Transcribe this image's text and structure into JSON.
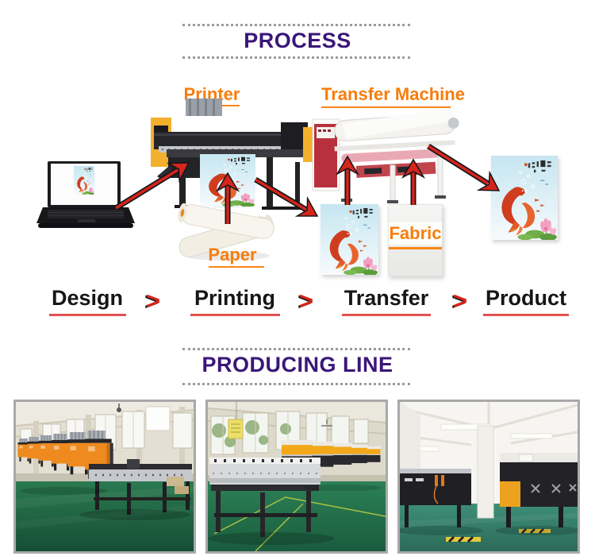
{
  "process_section": {
    "title": "PROCESS",
    "printer_label": "Printer",
    "transfer_machine_label": "Transfer Machine",
    "paper_label": "Paper",
    "fabric_label": "Fabric"
  },
  "steps": {
    "separator": ">",
    "items": [
      {
        "label": "Design"
      },
      {
        "label": "Printing"
      },
      {
        "label": "Transfer"
      },
      {
        "label": "Product"
      }
    ]
  },
  "producing_section": {
    "title": "PRODUCING LINE",
    "photos": [
      {
        "description": "Factory hall with a receding row of orange and black sublimation printers on a green floor"
      },
      {
        "description": "Factory hall with a long line of yellow large-format printers on a green floor"
      },
      {
        "description": "White workshop with black and yellow printers on a teal floor"
      }
    ]
  },
  "colors": {
    "title_purple": "#3a1678",
    "label_orange": "#f87d0c",
    "underline_red": "#e25252",
    "arrow_red": "#d6251b",
    "dotted_gray": "#9b9b9b"
  }
}
